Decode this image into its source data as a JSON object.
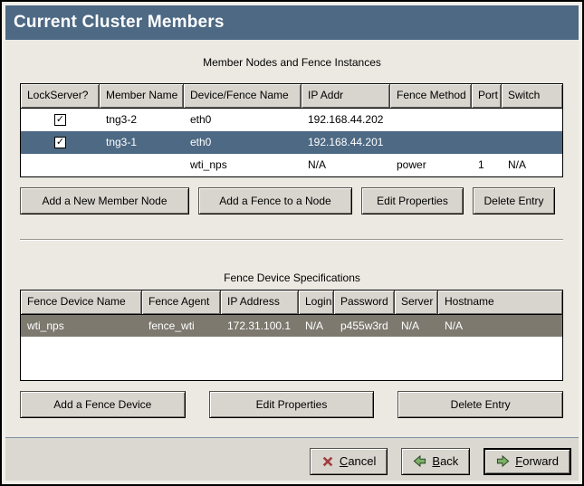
{
  "window": {
    "title": "Current Cluster Members"
  },
  "member_section": {
    "caption": "Member Nodes and Fence Instances",
    "columns": [
      "LockServer?",
      "Member Name",
      "Device/Fence Name",
      "IP Addr",
      "Fence Method",
      "Port",
      "Switch"
    ],
    "check_glyph": "✓",
    "rows": [
      {
        "lockserver": "✓",
        "member_name": "tng3-2",
        "device_fence_name": "eth0",
        "ip_addr": "192.168.44.202",
        "fence_method": "",
        "port": "",
        "switch": ""
      },
      {
        "lockserver": "✓",
        "member_name": "tng3-1",
        "device_fence_name": "eth0",
        "ip_addr": "192.168.44.201",
        "fence_method": "",
        "port": "",
        "switch": "",
        "selected": true
      },
      {
        "lockserver": "",
        "member_name": "",
        "device_fence_name": "wti_nps",
        "ip_addr": "N/A",
        "fence_method": "power",
        "port": "1",
        "switch": "N/A"
      }
    ],
    "buttons": [
      "Add a New Member Node",
      "Add a Fence to a Node",
      "Edit Properties",
      "Delete Entry"
    ]
  },
  "fence_section": {
    "caption": "Fence Device Specifications",
    "columns": [
      "Fence Device Name",
      "Fence Agent",
      "IP Address",
      "Login",
      "Password",
      "Server",
      "Hostname"
    ],
    "rows": [
      {
        "name": "wti_nps",
        "agent": "fence_wti",
        "ip": "172.31.100.1",
        "login": "N/A",
        "password": "p455w3rd",
        "server": "N/A",
        "hostname": "N/A",
        "selected": true
      }
    ],
    "buttons": [
      "Add a Fence Device",
      "Edit Properties",
      "Delete Entry"
    ]
  },
  "footer": {
    "cancel": {
      "icon": "x-mark-icon",
      "key": "C",
      "rest": "ancel"
    },
    "back": {
      "icon": "arrow-left-icon",
      "key": "B",
      "rest": "ack"
    },
    "forward": {
      "icon": "arrow-right-icon",
      "key": "F",
      "rest": "orward"
    }
  },
  "colors": {
    "titlebar": "#4d6984",
    "selection": "#4d6984",
    "selection_unfocused": "#7d796f",
    "cancel_red": "#a23e3e",
    "arrow_green": "#7daf68"
  }
}
